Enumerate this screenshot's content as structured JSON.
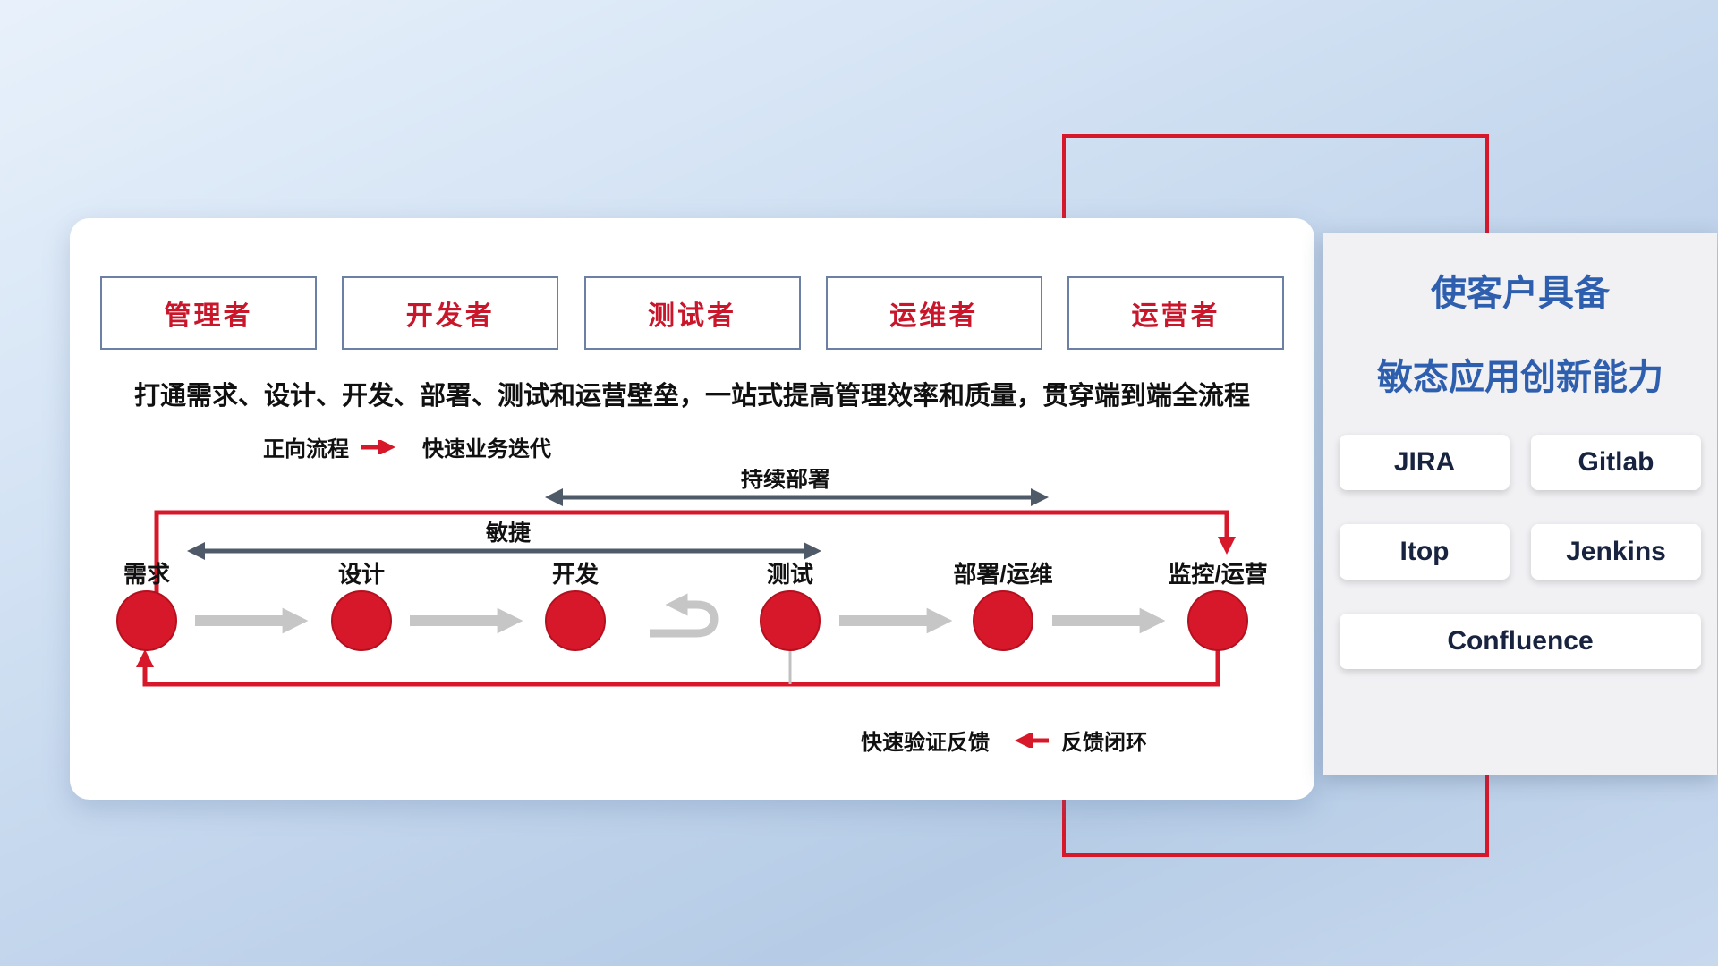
{
  "colors": {
    "red": "#d7182b",
    "dark_arrow": "#4e5a68",
    "gray_arrow": "#c6c6c6",
    "blue_title": "#2e5fae",
    "role_text": "#c9162a",
    "role_border": "#6c80a6",
    "tool_text": "#17233f"
  },
  "card": {
    "roles": [
      "管理者",
      "开发者",
      "测试者",
      "运维者",
      "运营者"
    ],
    "description": "打通需求、设计、开发、部署、测试和运营壁垒，一站式提高管理效率和质量，贯穿端到端全流程",
    "legend_forward": {
      "label": "正向流程",
      "value": "快速业务迭代"
    },
    "legend_feedback": {
      "label": "快速验证反馈",
      "value": "反馈闭环"
    },
    "flow": {
      "nodes": [
        "需求",
        "设计",
        "开发",
        "测试",
        "部署/运维",
        "监控/运营"
      ],
      "agile_label": "敏捷",
      "continuous_deploy_label": "持续部署"
    }
  },
  "panel": {
    "title_line1": "使客户具备",
    "title_line2": "敏态应用创新能力",
    "tools": [
      "JIRA",
      "Gitlab",
      "Itop",
      "Jenkins",
      "Confluence"
    ]
  }
}
